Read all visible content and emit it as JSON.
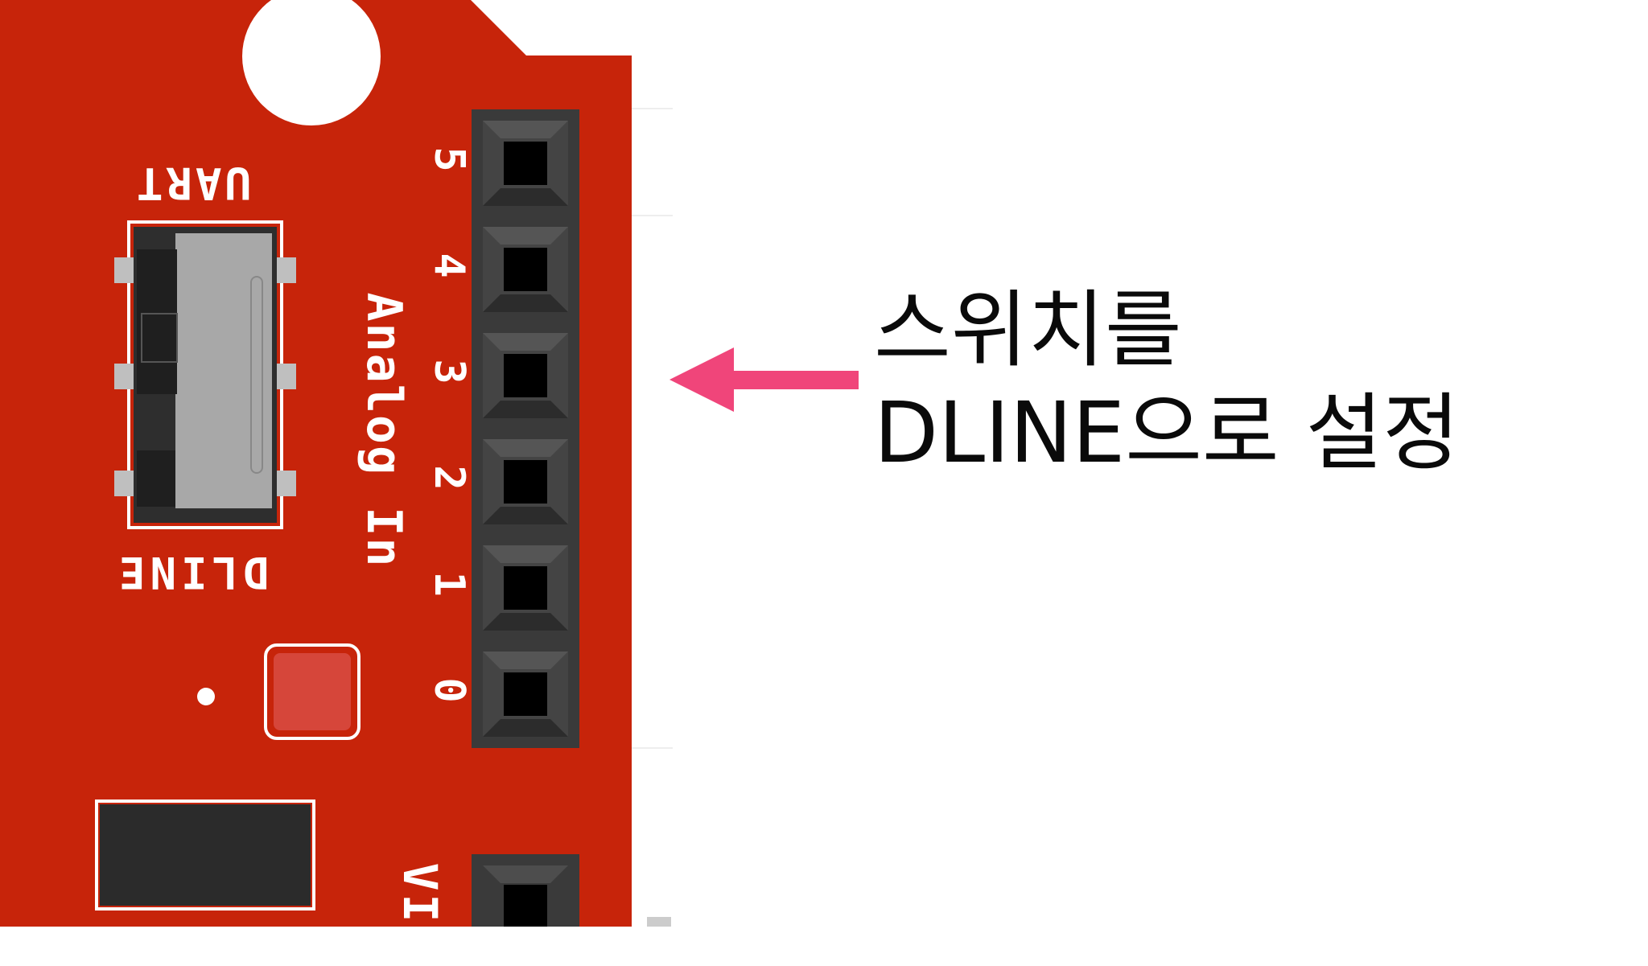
{
  "board": {
    "color": "#c7240a",
    "switch_label_top": "UART",
    "switch_label_bottom": "DLINE",
    "analog_label": "Analog In",
    "pin_labels": [
      "5",
      "4",
      "3",
      "2",
      "1",
      "0"
    ],
    "vin_label": "VIN"
  },
  "annotation": {
    "line1": "스위치를",
    "line2": "DLINE으로 설정",
    "arrow_color": "#f0457a",
    "arrow_direction": "left"
  }
}
